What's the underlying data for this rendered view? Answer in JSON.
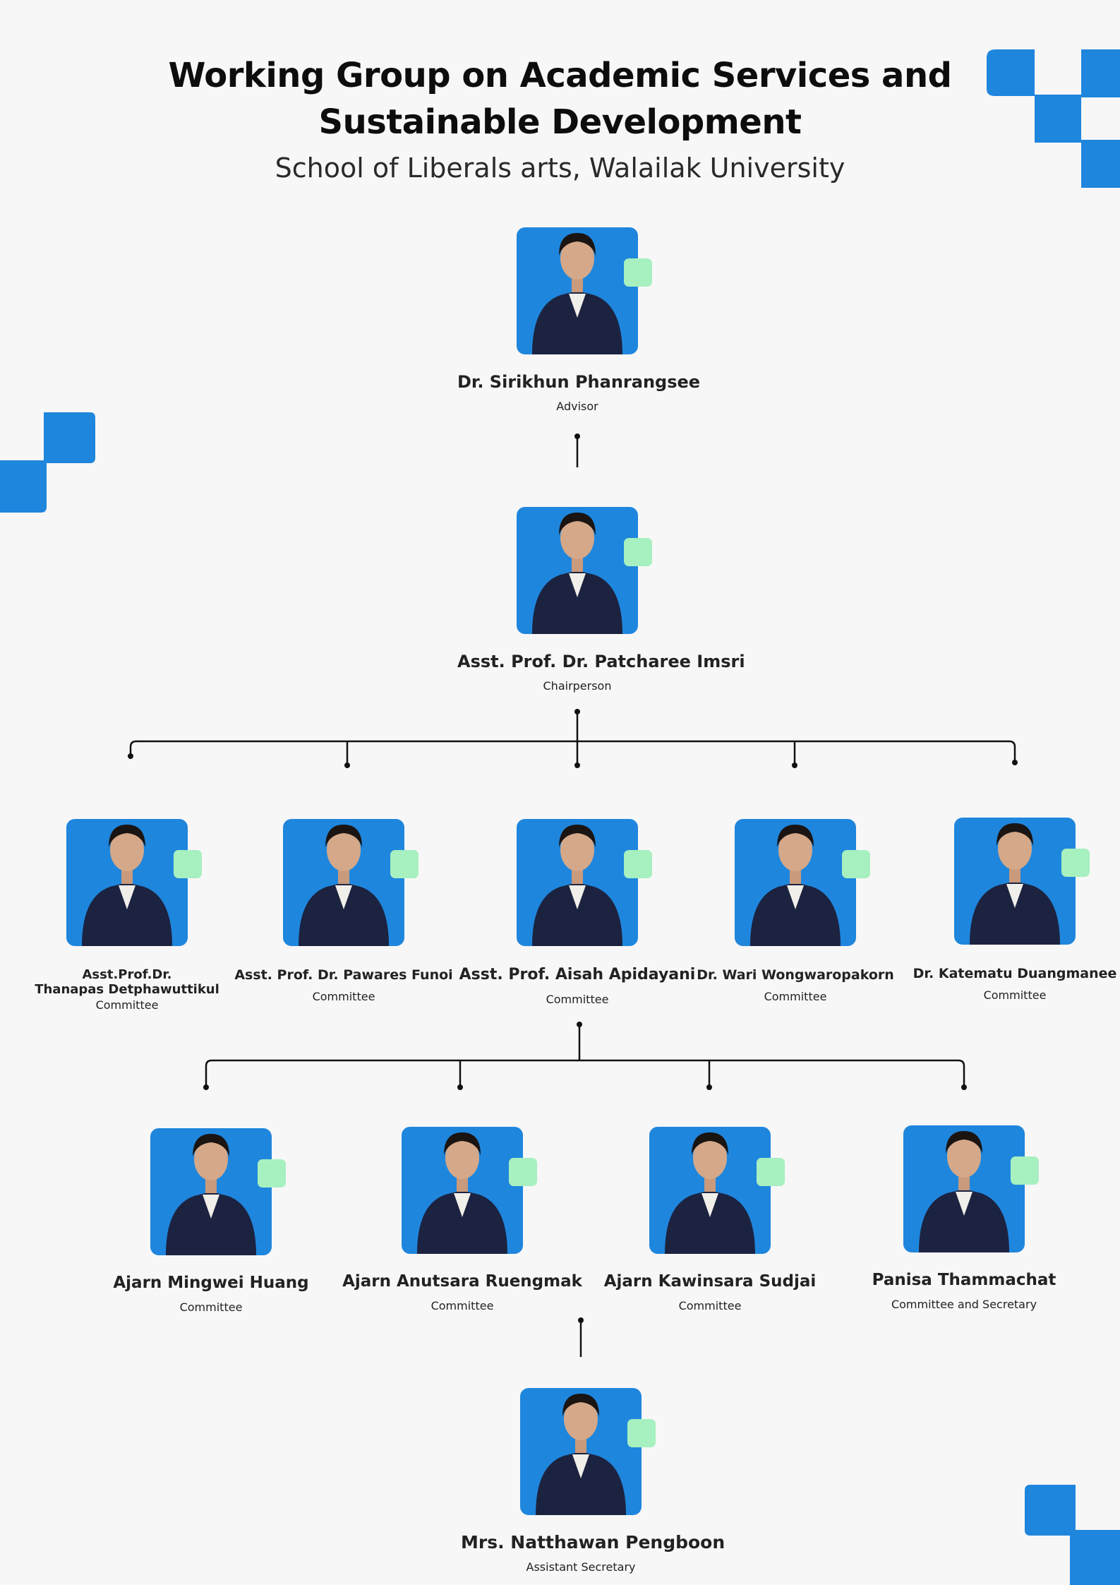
{
  "header": {
    "title_line1": "Working Group on Academic Services and",
    "title_line2": "Sustainable Development",
    "subtitle": "School of Liberals arts, Walailak University"
  },
  "colors": {
    "background": "#f7f7f7",
    "photo_bg": "#1f86dd",
    "accent_square": "#a7f0bf",
    "deco_blue": "#1f86dd",
    "connector": "#111111"
  },
  "advisor": {
    "name": "Dr. Sirikhun Phanrangsee",
    "role": "Advisor"
  },
  "chair": {
    "name": "Asst. Prof. Dr. Patcharee Imsri",
    "role": "Chairperson"
  },
  "committee_row1": [
    {
      "name_line1": "Asst.Prof.Dr.",
      "name_line2": "Thanapas Detphawuttikul",
      "role": "Committee"
    },
    {
      "name": "Asst. Prof. Dr. Pawares Funoi",
      "role": "Committee"
    },
    {
      "name": "Asst. Prof. Aisah Apidayani",
      "role": "Committee"
    },
    {
      "name": "Dr. Wari Wongwaropakorn",
      "role": "Committee"
    },
    {
      "name": "Dr. Katematu Duangmanee",
      "role": "Committee"
    }
  ],
  "committee_row2": [
    {
      "name": "Ajarn Mingwei Huang",
      "role": "Committee"
    },
    {
      "name": "Ajarn Anutsara Ruengmak",
      "role": "Committee"
    },
    {
      "name": "Ajarn Kawinsara Sudjai",
      "role": "Committee"
    },
    {
      "name": "Panisa Thammachat",
      "role": "Committee and Secretary"
    }
  ],
  "assistant": {
    "name": "Mrs. Natthawan Pengboon",
    "role": "Assistant Secretary"
  }
}
